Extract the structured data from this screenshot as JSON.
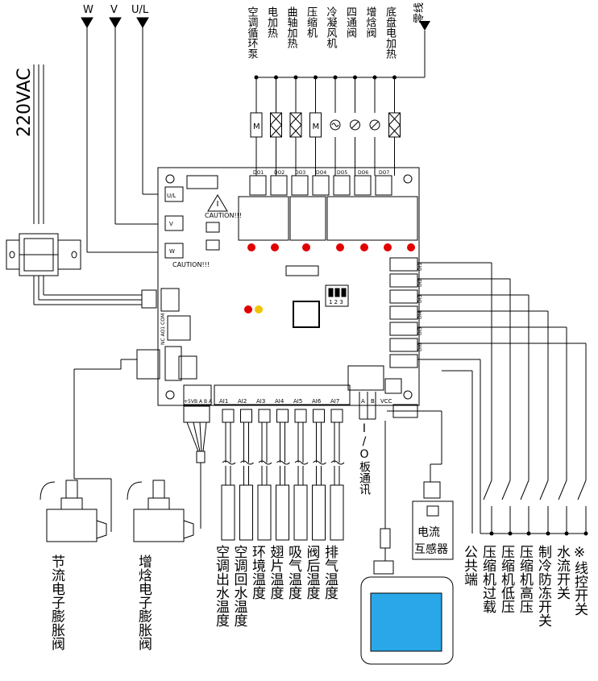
{
  "power": {
    "supply_label": "220VAC",
    "phase_labels": [
      "W",
      "V",
      "U/L"
    ],
    "neutral_label": "零线"
  },
  "board": {
    "caution_top": "CAUTION!!!",
    "caution_left": "CAUTION!!!",
    "phase_terminals": [
      "U/L",
      "V",
      "W"
    ],
    "relays": [
      "DO1",
      "DO2",
      "DO3",
      "DO4",
      "DO5",
      "DO6",
      "DO7"
    ],
    "digital_inputs": [
      "DI1",
      "DI2",
      "DI3",
      "DI4",
      "DI5",
      "DI6"
    ],
    "dip_labels": "1 2 3",
    "analog_header": "+5VB A B A",
    "analog_inputs": [
      "AI1",
      "AI2",
      "AI3",
      "AI4",
      "AI5",
      "AI6",
      "AI7"
    ],
    "comm_terminals": [
      "A",
      "B",
      "VCC"
    ],
    "vertical_text": "NC AO1 COM"
  },
  "outputs": [
    {
      "label": "空调循环泵",
      "symbol": "M"
    },
    {
      "label": "电加热",
      "symbol": "X"
    },
    {
      "label": "曲轴加热",
      "symbol": "X"
    },
    {
      "label": "压缩机",
      "symbol": "M"
    },
    {
      "label": "冷凝风机",
      "symbol": "fan"
    },
    {
      "label": "四通阀",
      "symbol": "valve"
    },
    {
      "label": "增焓阀",
      "symbol": "valve"
    },
    {
      "label": "底盘电加热",
      "symbol": "X"
    }
  ],
  "valves": [
    {
      "label": "节流电子膨胀阀"
    },
    {
      "label": "增焓电子膨胀阀"
    }
  ],
  "sensors": [
    {
      "label": "空调出水温度"
    },
    {
      "label": "空调回水温度"
    },
    {
      "label": "环境温度"
    },
    {
      "label": "翅片温度"
    },
    {
      "label": "吸气温度"
    },
    {
      "label": "阀后温度"
    },
    {
      "label": "排气温度"
    }
  ],
  "comm_label": "I/O板通讯",
  "current_sensor_label": "电流互感器",
  "switches": [
    {
      "label": "公共端"
    },
    {
      "label": "压缩机过载"
    },
    {
      "label": "压缩机低压"
    },
    {
      "label": "压缩机高压"
    },
    {
      "label": "制冷防冻开关"
    },
    {
      "label": "水流开关"
    },
    {
      "label": "※线控开关"
    }
  ]
}
